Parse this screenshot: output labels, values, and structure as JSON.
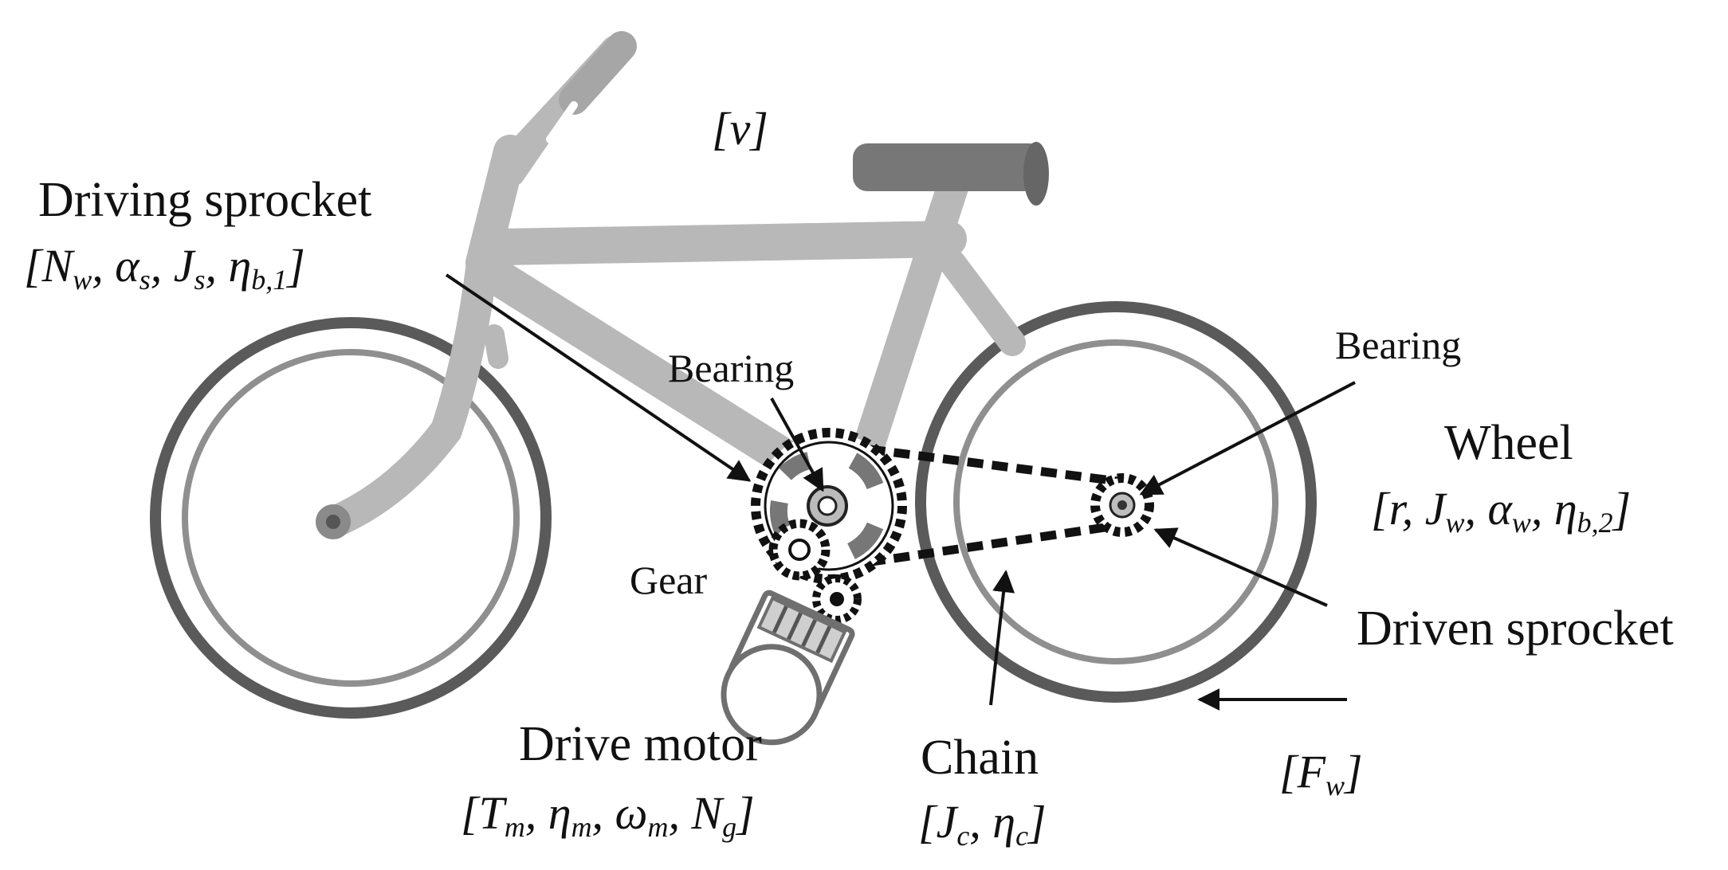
{
  "velocity_label": "[v]",
  "driving_sprocket": {
    "title": "Driving sprocket",
    "params": [
      "N_w",
      "α_s",
      "J_s",
      "η_b,1"
    ]
  },
  "bearing_front": {
    "title": "Bearing"
  },
  "gear": {
    "title": "Gear"
  },
  "drive_motor": {
    "title": "Drive motor",
    "params": [
      "T_m",
      "η_m",
      "ω_m",
      "N_g"
    ]
  },
  "chain": {
    "title": "Chain",
    "params": [
      "J_c",
      "η_c"
    ]
  },
  "bearing_rear": {
    "title": "Bearing"
  },
  "wheel": {
    "title": "Wheel",
    "params": [
      "r",
      "J_w",
      "α_w",
      "η_b,2"
    ]
  },
  "driven_sprocket": {
    "title": "Driven sprocket"
  },
  "force_label": "[F_w]",
  "colors": {
    "frame": "#b8b8b8",
    "tire": "#5a5a5a",
    "rim": "#8f8f8f",
    "seat": "#777777",
    "ink": "#111111"
  }
}
